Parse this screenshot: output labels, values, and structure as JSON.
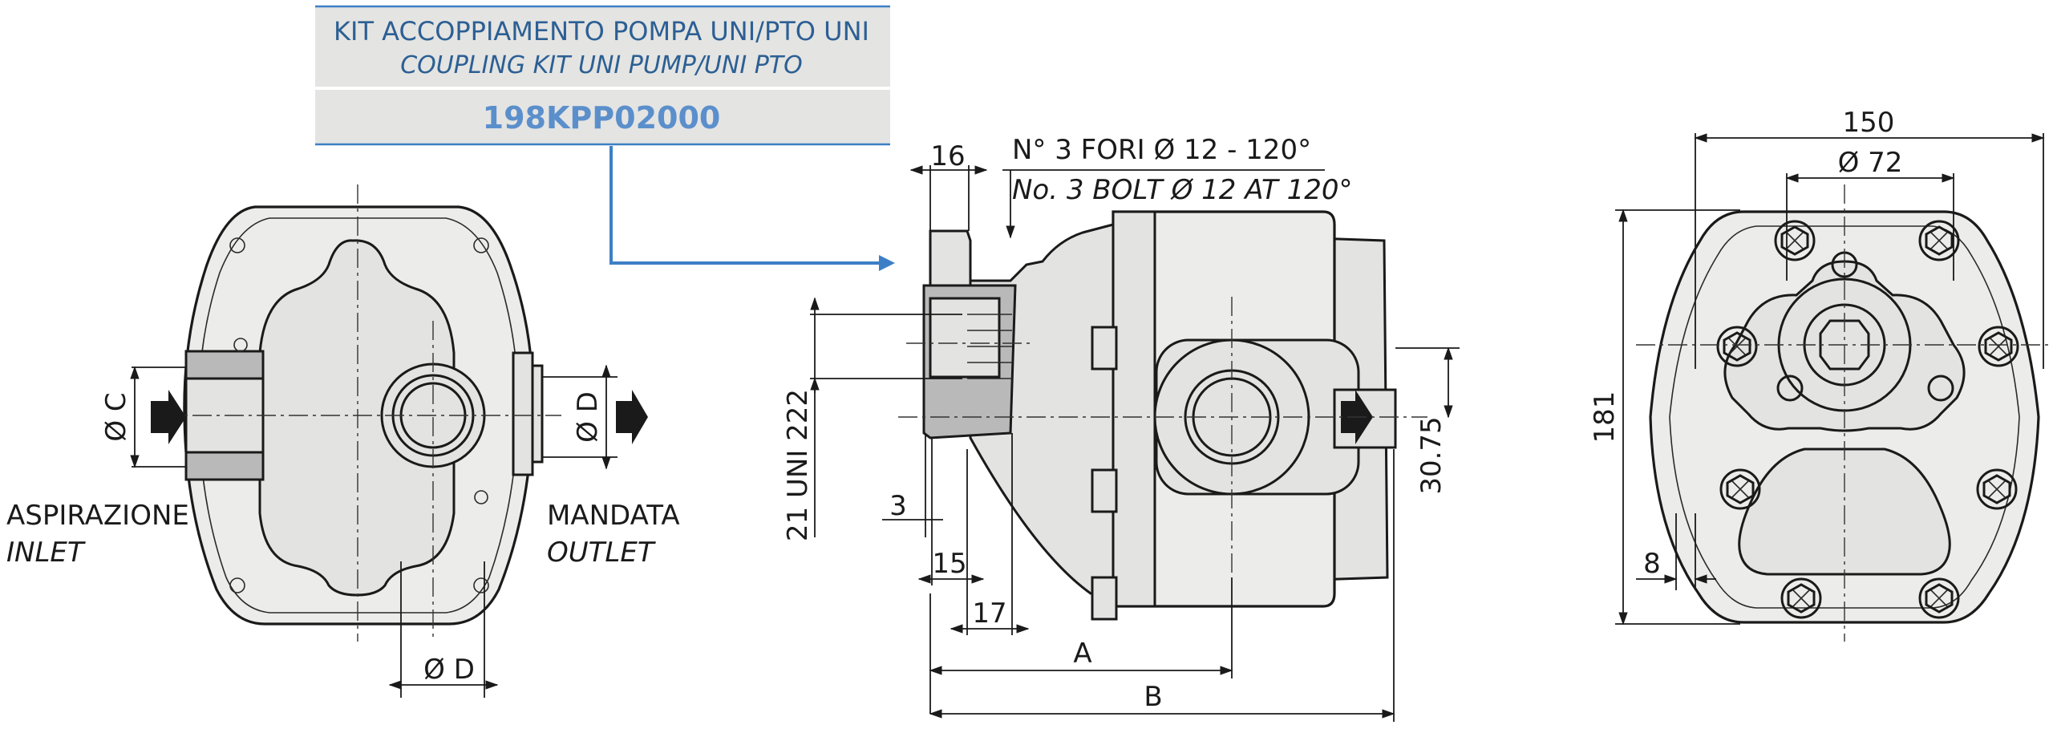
{
  "kit": {
    "title_it": "KIT ACCOPPIAMENTO POMPA UNI/PTO UNI",
    "title_en": "COUPLING KIT UNI PUMP/UNI PTO",
    "code": "198KPP02000"
  },
  "front_view": {
    "dim_c": "Ø C",
    "dim_d_side": "Ø D",
    "dim_d_bottom": "Ø D",
    "inlet_it": "ASPIRAZIONE",
    "inlet_en": "INLET",
    "outlet_it": "MANDATA",
    "outlet_en": "OUTLET"
  },
  "side_view": {
    "holes_it": "N° 3 FORI Ø 12 - 120°",
    "holes_en": "No. 3 BOLT Ø 12 AT 120°",
    "dim_16": "16",
    "dim_3": "3",
    "dim_15": "15",
    "dim_17": "17",
    "dim_a": "A",
    "dim_b": "B",
    "dim_spline": "21 UNI 222",
    "dim_30_75": "30.75"
  },
  "rear_view": {
    "dim_150": "150",
    "dim_72": "Ø 72",
    "dim_181": "181",
    "dim_8": "8"
  }
}
